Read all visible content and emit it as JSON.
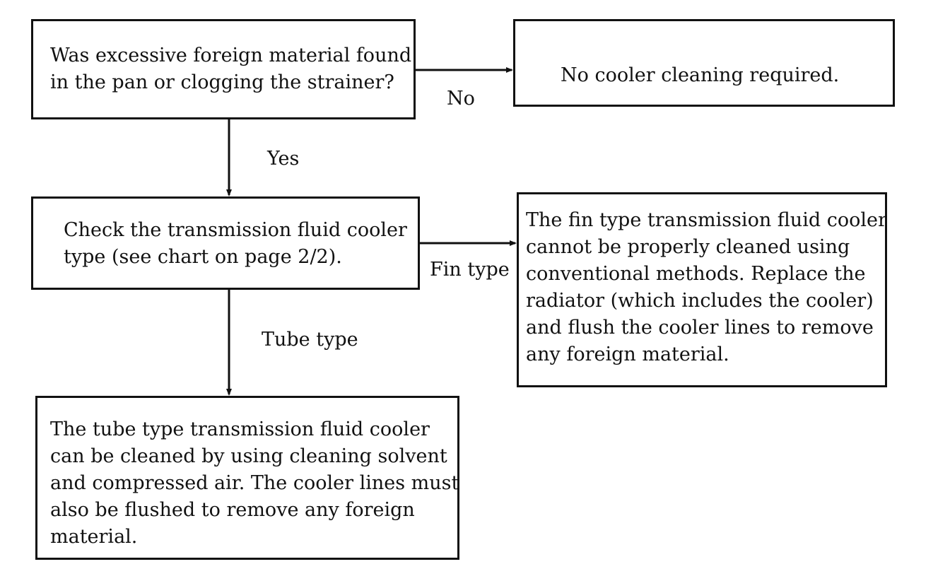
{
  "nodes": {
    "question": {
      "lines": [
        "Was excessive foreign material found",
        "in the pan or clogging the strainer?"
      ]
    },
    "no_cleaning": {
      "lines": [
        "No cooler cleaning required."
      ]
    },
    "check_type": {
      "lines": [
        "Check the transmission fluid cooler",
        "type (see chart on page 2/2)."
      ]
    },
    "fin_type": {
      "lines": [
        "The fin type transmission fluid cooler",
        "cannot be  properly cleaned using",
        "conventional methods.  Replace the",
        "radiator (which includes the cooler)",
        "and flush the cooler lines to remove",
        "any foreign material."
      ]
    },
    "tube_type": {
      "lines": [
        "The tube type transmission fluid cooler",
        "can be cleaned by using cleaning solvent",
        "and compressed air.  The cooler lines must",
        "also be flushed to remove any foreign",
        "material."
      ]
    }
  },
  "edges": {
    "no": "No",
    "yes": "Yes",
    "fin_type": "Fin type",
    "tube_type": "Tube type"
  },
  "colors": {
    "stroke": "#111111",
    "background": "#ffffff"
  }
}
